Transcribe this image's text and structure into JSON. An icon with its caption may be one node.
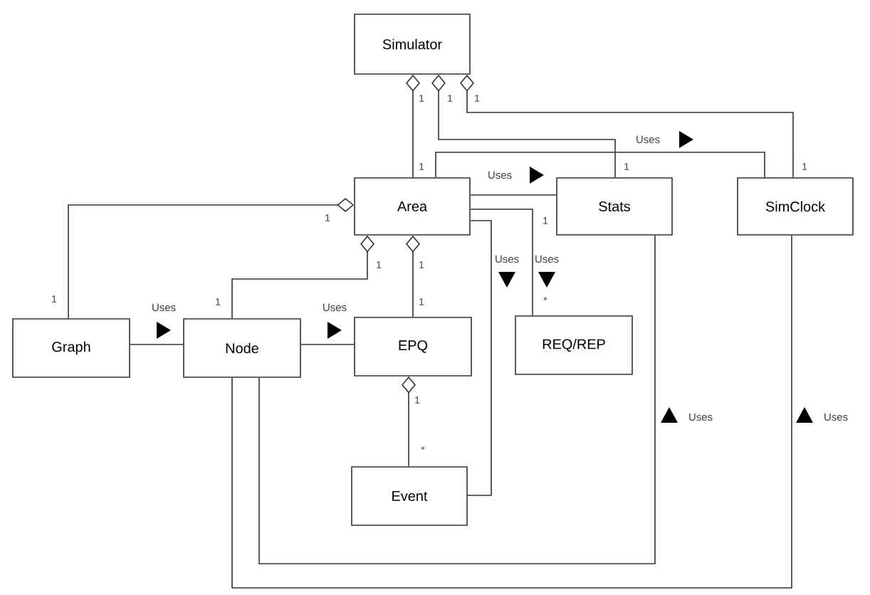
{
  "diagram": {
    "nodes": [
      {
        "text": [
          "Simulator"
        ]
      },
      {
        "text": [
          "Area"
        ]
      },
      {
        "text": [
          "Stats"
        ]
      },
      {
        "text": [
          "SimClock"
        ]
      },
      {
        "text": [
          "Graph"
        ]
      },
      {
        "text": [
          "Node"
        ]
      },
      {
        "text": [
          "EPQ"
        ]
      },
      {
        "text": [
          "REQ/REP"
        ]
      },
      {
        "text": [
          "Event"
        ]
      }
    ],
    "edges": [
      {
        "from": 1,
        "to": 0,
        "arrow": "other"
      },
      {
        "from": 2,
        "to": 0,
        "arrow": "other"
      },
      {
        "from": 3,
        "to": 0,
        "arrow": "other"
      },
      {
        "from": 1,
        "to": 3,
        "arrow": "none",
        "label": "Uses"
      },
      {
        "from": 1,
        "to": 2,
        "arrow": "none",
        "label": "Uses"
      },
      {
        "from": 4,
        "to": 1,
        "arrow": "other"
      },
      {
        "from": 5,
        "to": 1,
        "arrow": "other"
      },
      {
        "from": 6,
        "to": 1,
        "arrow": "other"
      },
      {
        "from": 1,
        "to": 8,
        "arrow": "none",
        "label": "Uses"
      },
      {
        "from": 1,
        "to": 7,
        "arrow": "none",
        "label": "Uses"
      },
      {
        "from": 4,
        "to": 5,
        "arrow": "none",
        "label": "Uses"
      },
      {
        "from": 5,
        "to": 6,
        "arrow": "none",
        "label": "Uses"
      },
      {
        "from": 8,
        "to": 6,
        "arrow": "other"
      },
      {
        "from": 5,
        "to": 2,
        "arrow": "none",
        "label": "Uses"
      },
      {
        "from": 5,
        "to": 3,
        "arrow": "none",
        "label": "Uses"
      }
    ],
    "labels": [
      "1",
      "1",
      "1",
      "1",
      "1",
      "1",
      "1",
      "1",
      "1",
      "1",
      "*",
      "1",
      "1",
      "1",
      "1",
      "*"
    ]
  }
}
